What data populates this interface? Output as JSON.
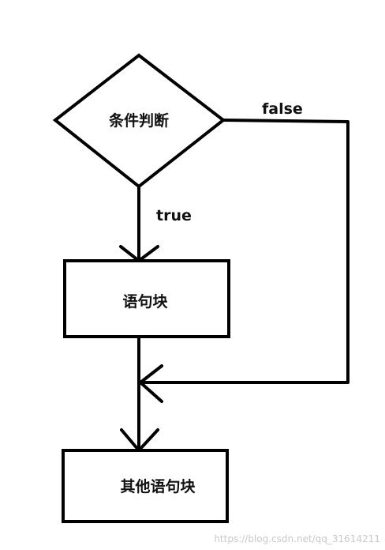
{
  "nodes": {
    "condition": {
      "label": "条件判断",
      "shape": "diamond"
    },
    "block": {
      "label": "语句块",
      "shape": "rectangle"
    },
    "other_block": {
      "label": "其他语句块",
      "shape": "rectangle"
    }
  },
  "edges": {
    "true_label": "true",
    "false_label": "false"
  },
  "watermark": "https://blog.csdn.net/qq_31614211",
  "colors": {
    "stroke": "#000000",
    "background": "#ffffff",
    "watermark": "#c8c8c8"
  }
}
